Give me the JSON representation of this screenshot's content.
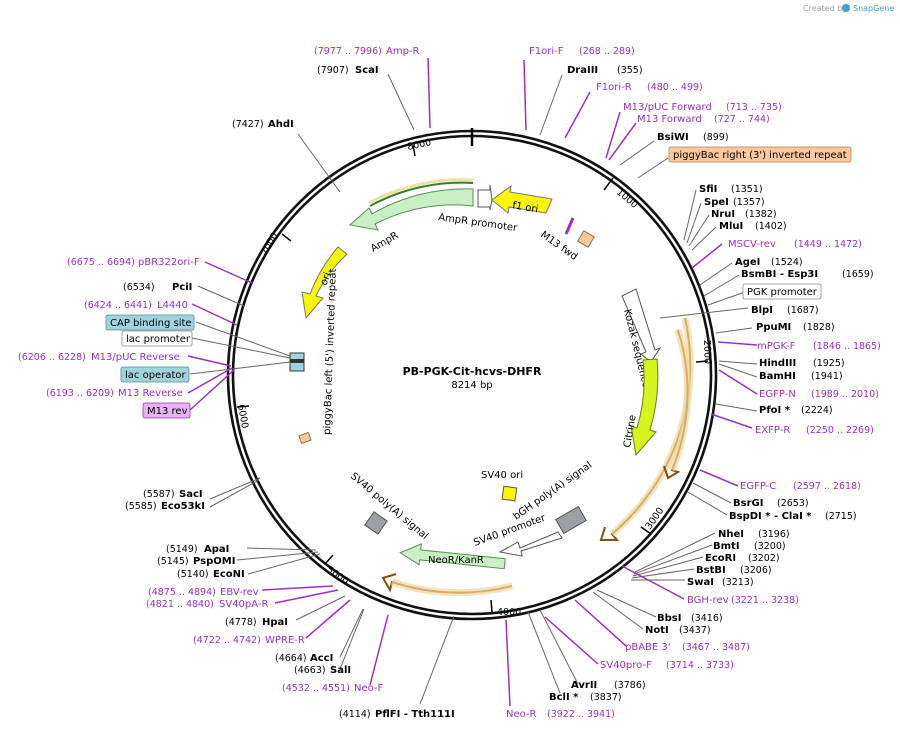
{
  "credit": {
    "created_by": "Created by",
    "app": "SnapGene"
  },
  "plasmid": {
    "name": "PB-PGK-Cit-hcvs-DHFR",
    "length_label": "8214 bp",
    "length": 8214
  },
  "tick_labels": [
    "1000",
    "2000",
    "3000",
    "4000",
    "5000",
    "6000",
    "7000",
    "8000"
  ],
  "enzymes": [
    {
      "name": "ScaI",
      "pos": "(7907)"
    },
    {
      "name": "DraIII",
      "pos": "(355)"
    },
    {
      "name": "AhdI",
      "pos": "(7427)"
    },
    {
      "name": "BsiWI",
      "pos": "(899)"
    },
    {
      "name": "SfiI",
      "pos": "(1351)"
    },
    {
      "name": "SpeI",
      "pos": "(1357)"
    },
    {
      "name": "NruI",
      "pos": "(1382)"
    },
    {
      "name": "MluI",
      "pos": "(1402)"
    },
    {
      "name": "AgeI",
      "pos": "(1524)"
    },
    {
      "name": "BsmBI - Esp3I",
      "pos": "(1659)"
    },
    {
      "name": "BlpI",
      "pos": "(1687)"
    },
    {
      "name": "PpuMI",
      "pos": "(1828)"
    },
    {
      "name": "HindIII",
      "pos": "(1925)"
    },
    {
      "name": "BamHI",
      "pos": "(1941)"
    },
    {
      "name": "PfoI *",
      "pos": "(2224)"
    },
    {
      "name": "BsrGI",
      "pos": "(2653)"
    },
    {
      "name": "BspDI * - ClaI *",
      "pos": "(2715)"
    },
    {
      "name": "NheI",
      "pos": "(3196)"
    },
    {
      "name": "BmtI",
      "pos": "(3200)"
    },
    {
      "name": "EcoRI",
      "pos": "(3202)"
    },
    {
      "name": "BstBI",
      "pos": "(3206)"
    },
    {
      "name": "SwaI",
      "pos": "(3213)"
    },
    {
      "name": "BbsI",
      "pos": "(3416)"
    },
    {
      "name": "NotI",
      "pos": "(3437)"
    },
    {
      "name": "AvrII",
      "pos": "(3786)"
    },
    {
      "name": "BclI *",
      "pos": "(3837)"
    },
    {
      "name": "PflFI - Tth111I",
      "pos": "(4114)"
    },
    {
      "name": "AccI",
      "pos": "(4664)"
    },
    {
      "name": "SalI",
      "pos": "(4663)"
    },
    {
      "name": "HpaI",
      "pos": "(4778)"
    },
    {
      "name": "ApaI",
      "pos": "(5149)"
    },
    {
      "name": "PspOMI",
      "pos": "(5145)"
    },
    {
      "name": "EcoNI",
      "pos": "(5140)"
    },
    {
      "name": "SacI",
      "pos": "(5587)"
    },
    {
      "name": "Eco53kI",
      "pos": "(5585)"
    },
    {
      "name": "PciI",
      "pos": "(6534)"
    }
  ],
  "primers": [
    {
      "name": "Amp-R",
      "pos": "(7977 .. 7996)"
    },
    {
      "name": "F1ori-F",
      "pos": "(268 .. 289)"
    },
    {
      "name": "F1ori-R",
      "pos": "(480 .. 499)"
    },
    {
      "name": "M13/pUC Forward",
      "pos": "(713 .. 735)"
    },
    {
      "name": "M13 Forward",
      "pos": "(727 .. 744)"
    },
    {
      "name": "MSCV-rev",
      "pos": "(1449 .. 1472)"
    },
    {
      "name": "mPGK-F",
      "pos": "(1846 .. 1865)"
    },
    {
      "name": "EGFP-N",
      "pos": "(1989 .. 2010)"
    },
    {
      "name": "EXFP-R",
      "pos": "(2250 .. 2269)"
    },
    {
      "name": "EGFP-C",
      "pos": "(2597 .. 2618)"
    },
    {
      "name": "BGH-rev",
      "pos": "(3221 .. 3238)"
    },
    {
      "name": "pBABE 3'",
      "pos": "(3467 .. 3487)"
    },
    {
      "name": "SV40pro-F",
      "pos": "(3714 .. 3733)"
    },
    {
      "name": "Neo-R",
      "pos": "(3922 .. 3941)"
    },
    {
      "name": "Neo-F",
      "pos": "(4532 .. 4551)"
    },
    {
      "name": "WPRE-R",
      "pos": "(4722 .. 4742)"
    },
    {
      "name": "SV40pA-R",
      "pos": "(4821 .. 4840)"
    },
    {
      "name": "EBV-rev",
      "pos": "(4875 .. 4894)"
    },
    {
      "name": "M13 Reverse",
      "pos": "(6193 .. 6209)"
    },
    {
      "name": "M13/pUC Reverse",
      "pos": "(6206 .. 6228)"
    },
    {
      "name": "L4440",
      "pos": "(6424 .. 6441)"
    },
    {
      "name": "pBR322ori-F",
      "pos": "(6675 .. 6694)"
    }
  ],
  "boxed_labels": [
    {
      "name": "piggyBac right (3') inverted repeat",
      "color": "#f9c89b"
    },
    {
      "name": "PGK promoter",
      "color": "#ffffff"
    },
    {
      "name": "CAP binding site",
      "color": "#9fd3dd"
    },
    {
      "name": "lac promoter",
      "color": "#ffffff"
    },
    {
      "name": "lac operator",
      "color": "#9fd3dd"
    },
    {
      "name": "M13 rev",
      "color": "#e6b4f0"
    }
  ],
  "features": {
    "f1_ori": "f1 ori",
    "ampr_promoter": "AmpR promoter",
    "ampr": "AmpR",
    "ori": "ori",
    "m13_fwd": "M13 fwd",
    "piggybac_left": "piggyBac left (5') inverted repeat",
    "kozak": "Kozak sequence",
    "citrine": "Citrine",
    "sv40_ori": "SV40 ori",
    "bgh": "bGH poly(A) signal",
    "sv40_promoter": "SV40 promoter",
    "neor": "NeoR/KanR",
    "sv40_polya": "SV40 poly(A) signal"
  },
  "colors": {
    "primer": "#9b30c8",
    "ampr": "#c9f0c4",
    "yellow": "#f7f700",
    "orange_orf": "#f4d79a",
    "salmon": "#f9c89b",
    "grey_feature": "#9aa0a6",
    "neor": "#c9f0c4"
  }
}
